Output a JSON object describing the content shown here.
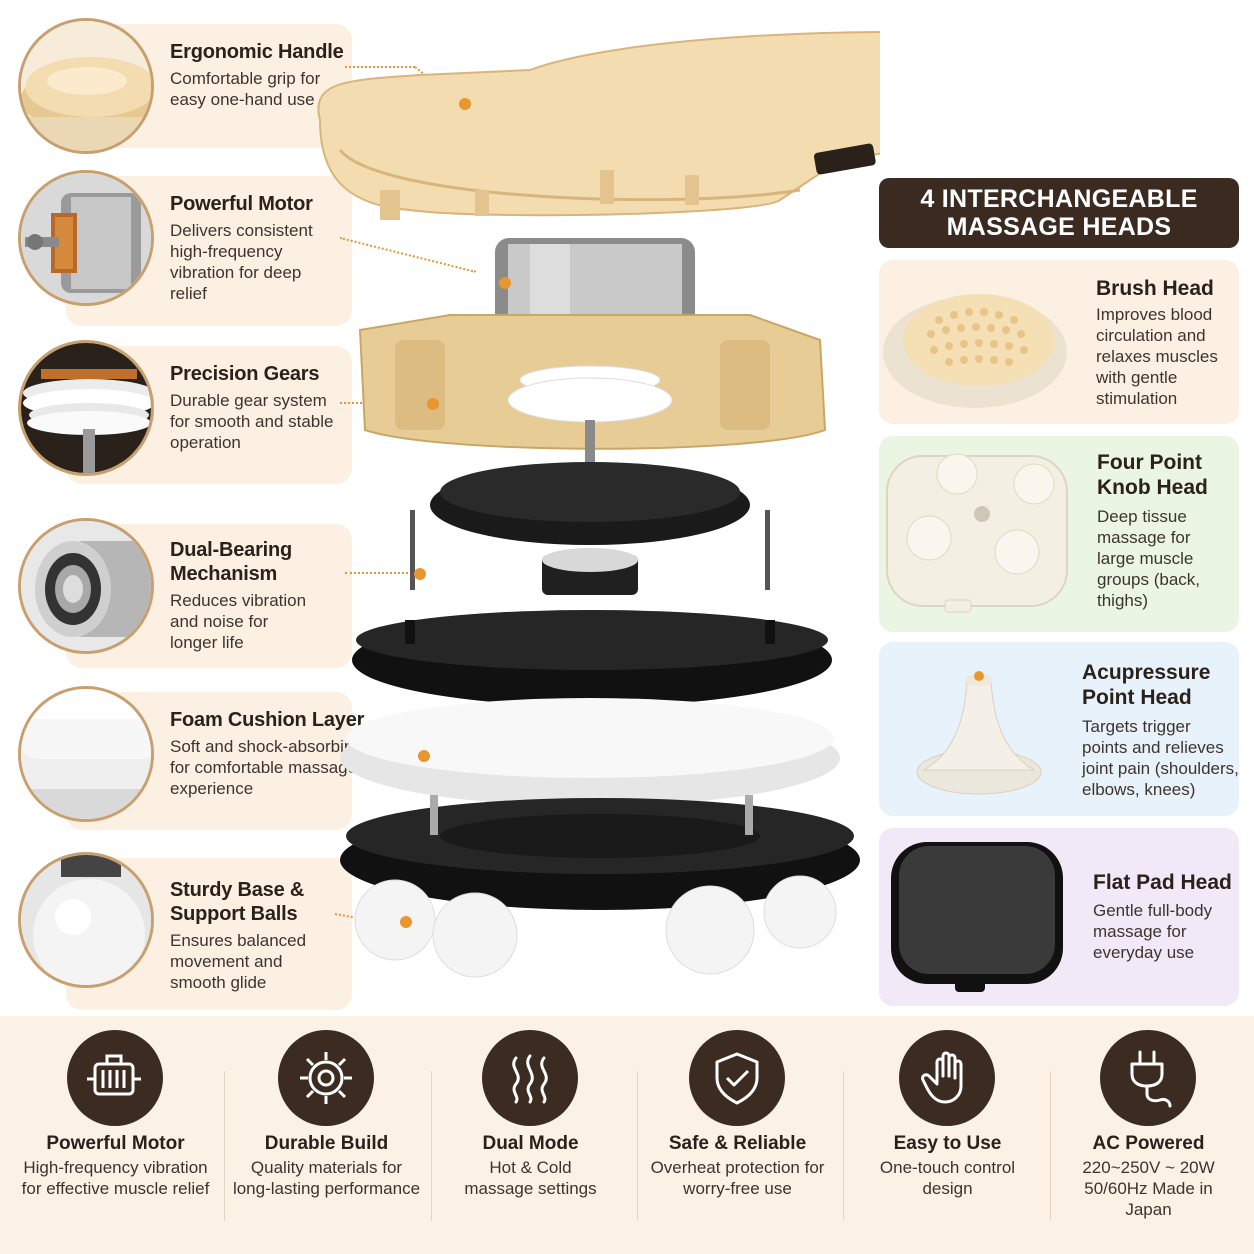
{
  "features": [
    {
      "title": "Ergonomic Handle",
      "desc": "Comfortable grip for easy one-hand use"
    },
    {
      "title": "Powerful Motor",
      "desc": "Delivers consistent high-frequency vibration for deep relief"
    },
    {
      "title": "Precision Gears",
      "desc": "Durable gear system for smooth and stable operation"
    },
    {
      "title": "Dual-Bearing Mechanism",
      "desc": "Reduces vibration and noise for longer life"
    },
    {
      "title": "Foam Cushion Layer",
      "desc": "Soft and shock-absorbing for comfortable massage experience"
    },
    {
      "title": "Sturdy Base & Support Balls",
      "desc": "Ensures balanced movement and smooth glide"
    }
  ],
  "heads_banner": {
    "line1": "4 INTERCHANGEABLE",
    "line2": "MASSAGE HEADS"
  },
  "heads": [
    {
      "title": "Brush Head",
      "desc": "Improves blood circulation and relaxes muscles with gentle stimulation",
      "bg": "#fbf0e1"
    },
    {
      "title": "Four Point Knob Head",
      "desc": "Deep tissue massage for large muscle groups (back, thighs)",
      "bg": "#eaf5e4"
    },
    {
      "title": "Acupressure Point Head",
      "desc": "Targets trigger points and relieves joint pain (shoulders, elbows, knees)",
      "bg": "#e8f2fb"
    },
    {
      "title": "Flat Pad Head",
      "desc": "Gentle full-body massage for everyday use",
      "bg": "#f1e8f8"
    }
  ],
  "bottom": [
    {
      "icon": "motor-icon",
      "title": "Powerful Motor",
      "desc": "High-frequency vibration for effective muscle relief"
    },
    {
      "icon": "gear-icon",
      "title": "Durable Build",
      "desc": "Quality materials for long-lasting performance"
    },
    {
      "icon": "heat-waves-icon",
      "title": "Dual Mode",
      "desc": "Hot & Cold massage settings"
    },
    {
      "icon": "shield-check-icon",
      "title": "Safe & Reliable",
      "desc": "Overheat protection for worry-free use"
    },
    {
      "icon": "hand-icon",
      "title": "Easy to Use",
      "desc": "One-touch control design"
    },
    {
      "icon": "plug-icon",
      "title": "AC Powered",
      "desc": "220~250V ~ 20W 50/60Hz Made in Japan"
    }
  ],
  "colors": {
    "accent": "#e8962f",
    "dark": "#3a2a20",
    "beige": "#f2dcb0",
    "cream": "#fbf0e1"
  }
}
